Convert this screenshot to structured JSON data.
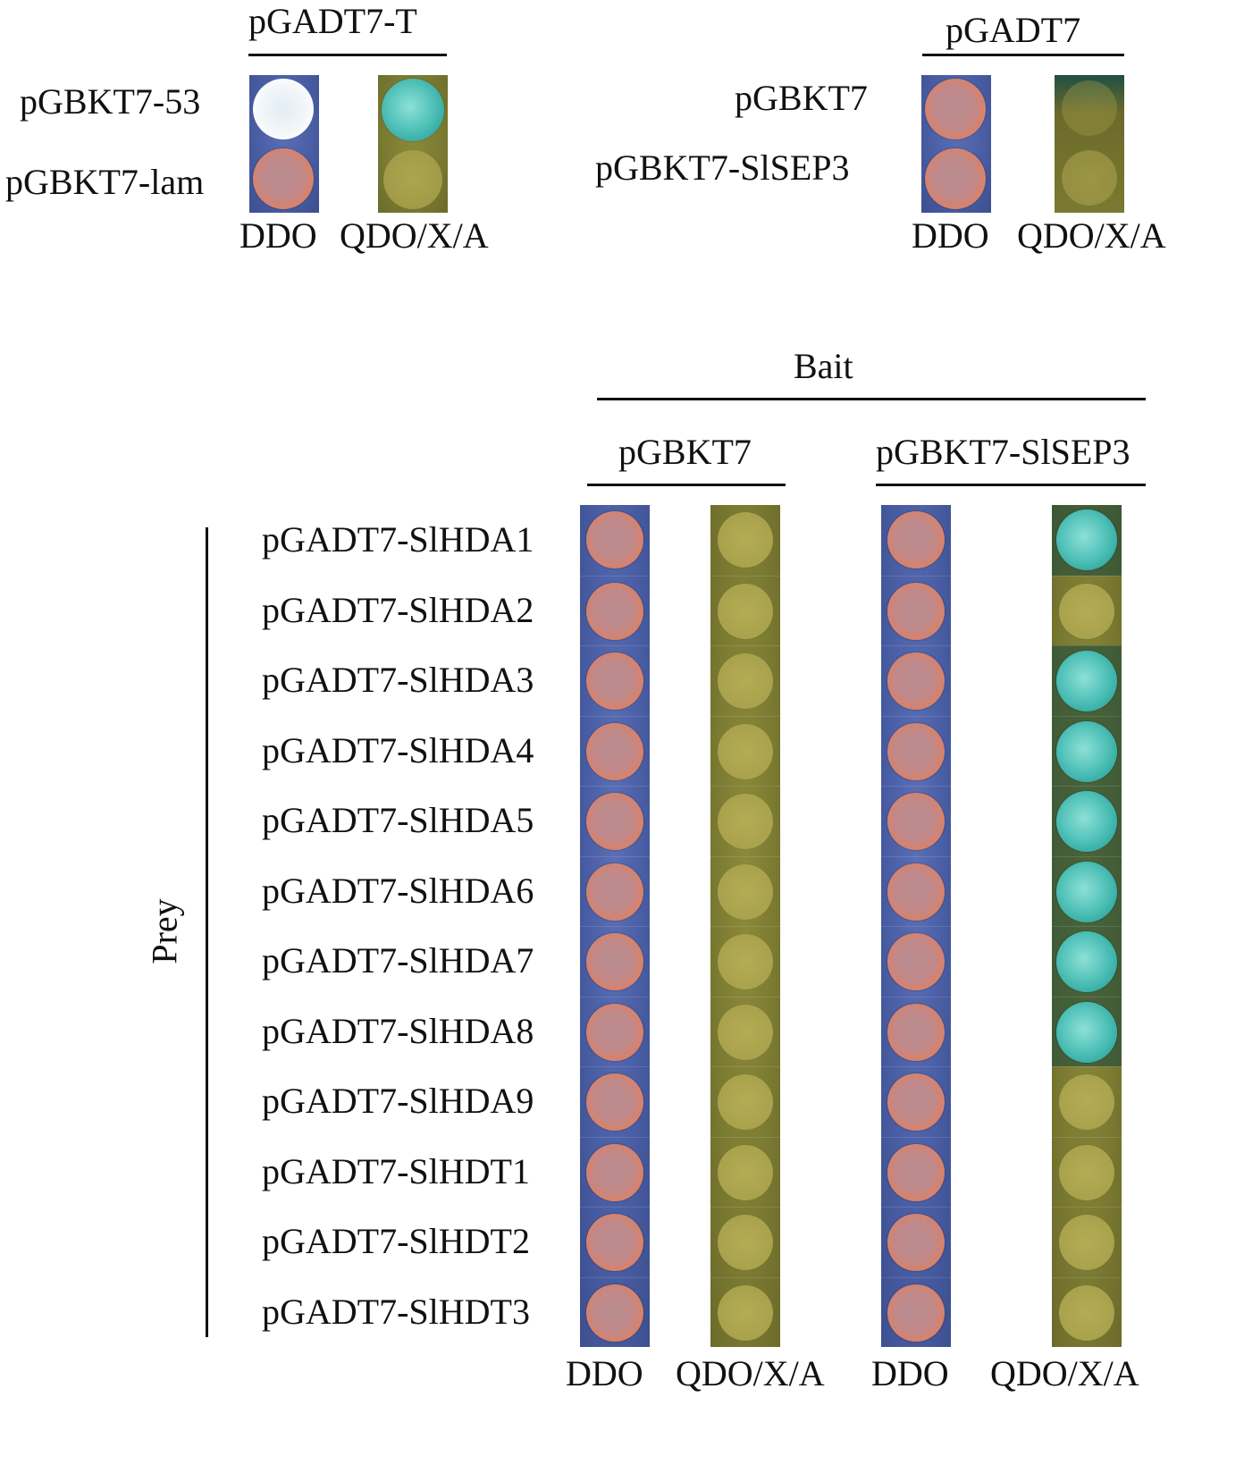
{
  "control_panel": {
    "left": {
      "group_label": "pGADT7-T",
      "rows": [
        "pGBKT7-53",
        "pGBKT7-lam"
      ],
      "media": [
        "DDO",
        "QDO/X/A"
      ]
    },
    "right": {
      "group_label": "pGADT7",
      "rows": [
        "pGBKT7",
        "pGBKT7-SlSEP3"
      ],
      "media": [
        "DDO",
        "QDO/X/A"
      ]
    }
  },
  "main_panel": {
    "bait_label": "Bait",
    "bait_groups": [
      "pGBKT7",
      "pGBKT7-SlSEP3"
    ],
    "prey_label": "Prey",
    "prey_rows": [
      "pGADT7-SlHDA1",
      "pGADT7-SlHDA2",
      "pGADT7-SlHDA3",
      "pGADT7-SlHDA4",
      "pGADT7-SlHDA5",
      "pGADT7-SlHDA6",
      "pGADT7-SlHDA7",
      "pGADT7-SlHDA8",
      "pGADT7-SlHDA9",
      "pGADT7-SlHDT1",
      "pGADT7-SlHDT2",
      "pGADT7-SlHDT3"
    ],
    "media": [
      "DDO",
      "QDO/X/A",
      "DDO",
      "QDO/X/A"
    ],
    "sep3_qdo_positive": [
      true,
      false,
      true,
      true,
      true,
      true,
      true,
      true,
      false,
      false,
      false,
      false
    ]
  },
  "colors": {
    "ddo_plate": "#4a5ea5",
    "qdo_plate": "#7a7a32",
    "ddo_colony": "#e07f5f",
    "negative_colony": "#a9a24c",
    "positive_blue_colony": "#2fa8a0",
    "positive_white_colony": "#f3f7fa"
  }
}
